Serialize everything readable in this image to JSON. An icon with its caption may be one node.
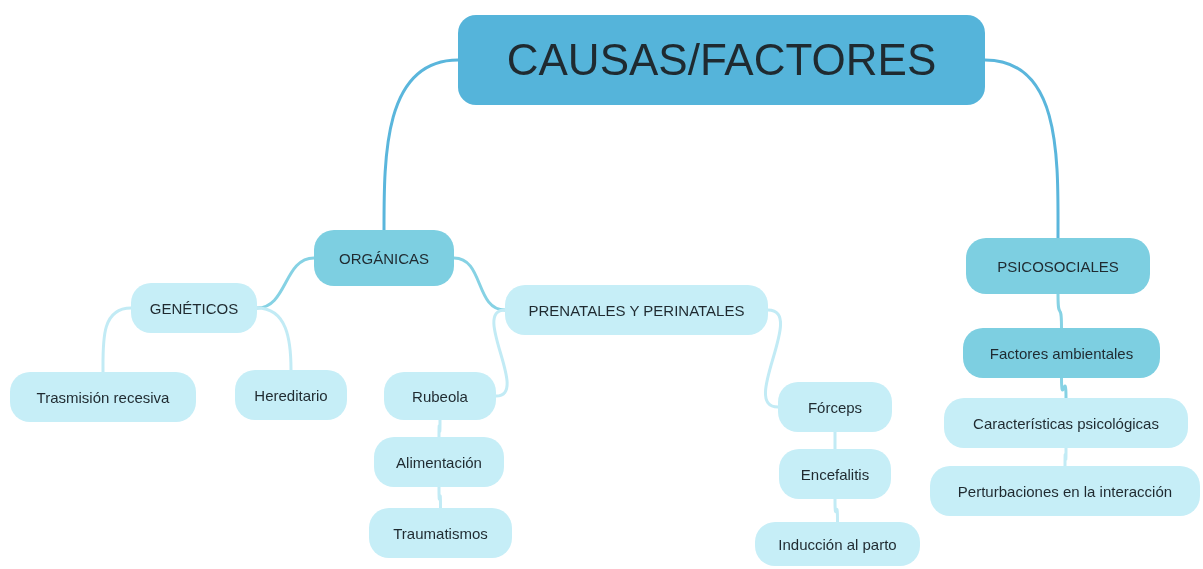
{
  "diagram": {
    "nodes": [
      {
        "text": [
          "CAUSAS/FACTORES"
        ]
      },
      {
        "text": [
          "ORGÁNICAS"
        ]
      },
      {
        "text": [
          "GENÉTICOS"
        ]
      },
      {
        "text": [
          "Trasmisión recesiva"
        ]
      },
      {
        "text": [
          "Hereditario"
        ]
      },
      {
        "text": [
          "PRENATALES Y PERINATALES"
        ]
      },
      {
        "text": [
          "Rubeola"
        ]
      },
      {
        "text": [
          "Alimentación"
        ]
      },
      {
        "text": [
          "Traumatismos"
        ]
      },
      {
        "text": [
          "Fórceps"
        ]
      },
      {
        "text": [
          "Encefalitis"
        ]
      },
      {
        "text": [
          "Inducción al parto"
        ]
      },
      {
        "text": [
          "PSICOSOCIALES"
        ]
      },
      {
        "text": [
          "Factores ambientales"
        ]
      },
      {
        "text": [
          "Características psicológicas"
        ]
      },
      {
        "text": [
          "Perturbaciones en la interacción"
        ]
      }
    ],
    "edges": [
      {
        "from": 0,
        "to": 1,
        "arrow": "none",
        "color": "#5ab6dc"
      },
      {
        "from": 0,
        "to": 12,
        "arrow": "none",
        "color": "#5ab6dc"
      },
      {
        "from": 1,
        "to": 2,
        "arrow": "none",
        "color": "#86d2e4"
      },
      {
        "from": 1,
        "to": 5,
        "arrow": "none",
        "color": "#86d2e4"
      },
      {
        "from": 2,
        "to": 3,
        "arrow": "none"
      },
      {
        "from": 2,
        "to": 4,
        "arrow": "none"
      },
      {
        "from": 5,
        "to": 6,
        "arrow": "none"
      },
      {
        "from": 6,
        "to": 7,
        "arrow": "none"
      },
      {
        "from": 7,
        "to": 8,
        "arrow": "none"
      },
      {
        "from": 5,
        "to": 9,
        "arrow": "none"
      },
      {
        "from": 9,
        "to": 10,
        "arrow": "none"
      },
      {
        "from": 10,
        "to": 11,
        "arrow": "none"
      },
      {
        "from": 12,
        "to": 13,
        "arrow": "none",
        "color": "#86d2e4"
      },
      {
        "from": 13,
        "to": 14,
        "arrow": "none",
        "color": "#86d2e4"
      },
      {
        "from": 14,
        "to": 15,
        "arrow": "none"
      }
    ]
  }
}
